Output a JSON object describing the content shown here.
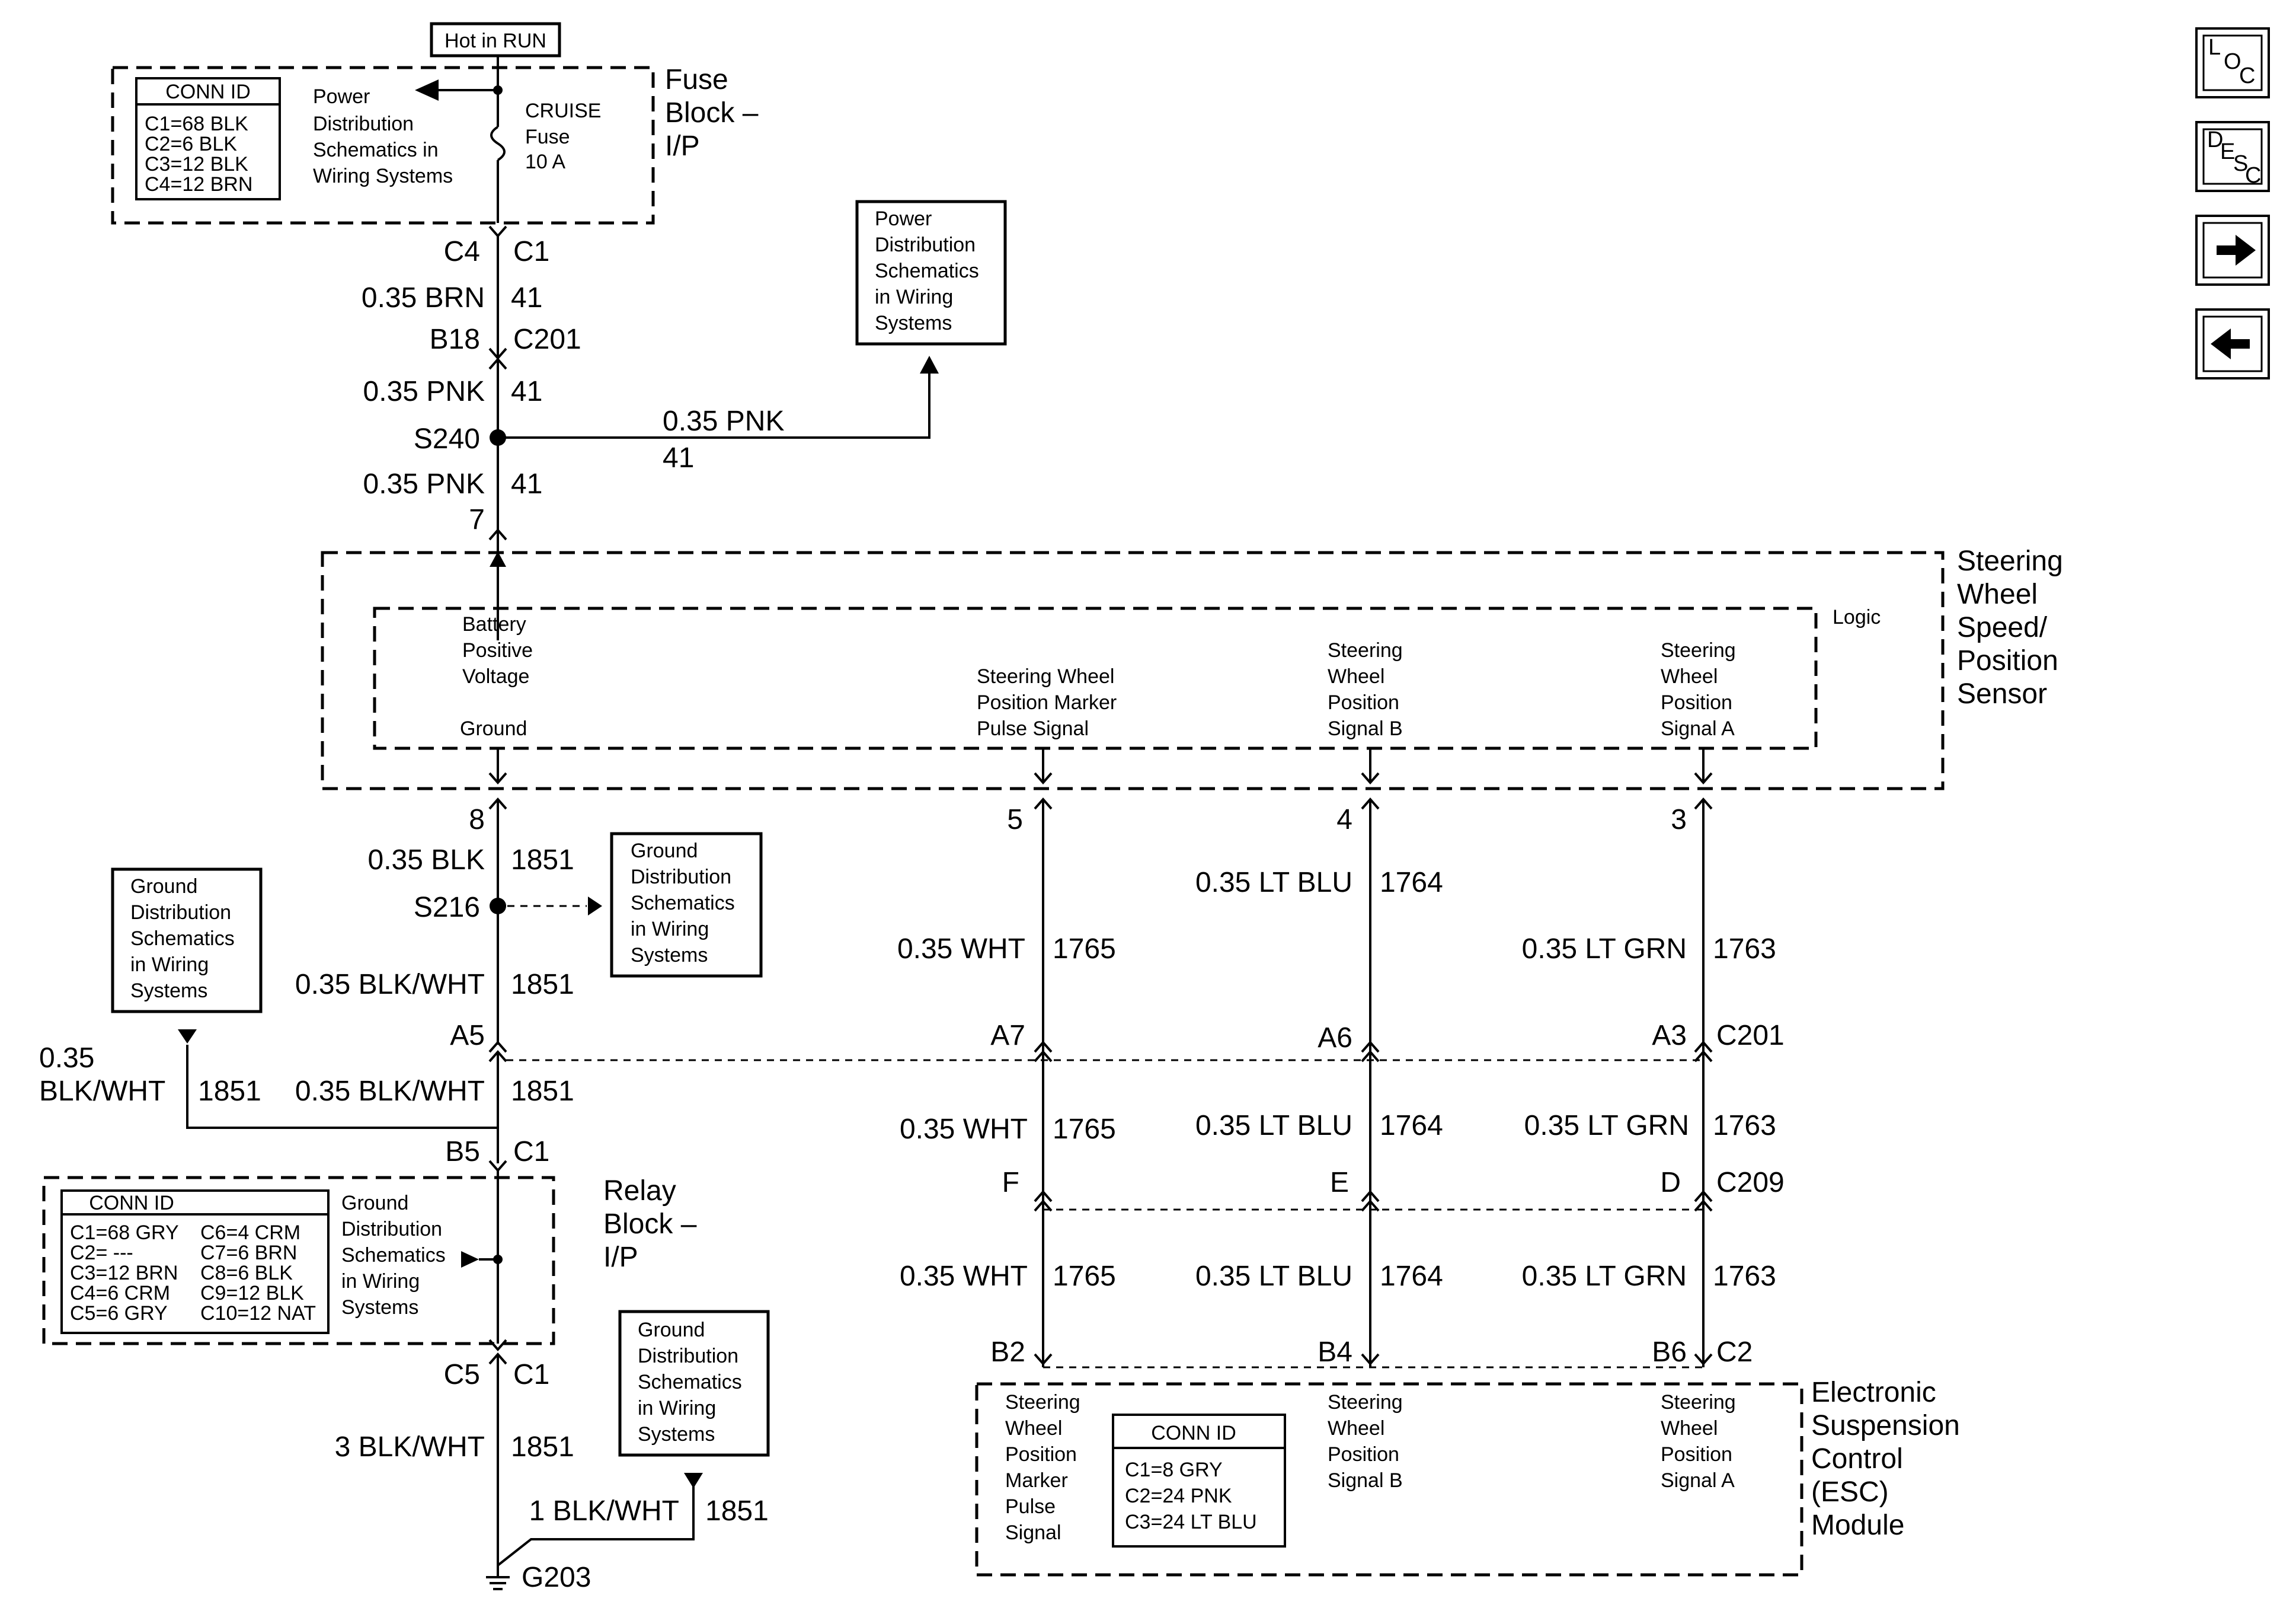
{
  "hot_label": "Hot in RUN",
  "fuse_block": {
    "title": [
      "Fuse",
      "Block –",
      "I/P"
    ],
    "conn_title": "CONN ID",
    "conn": [
      "C1=68 BLK",
      "C2=6 BLK",
      "C3=12 BLK",
      "C4=12 BRN"
    ],
    "power_ref": [
      "Power",
      "Distribution",
      "Schematics in",
      "Wiring Systems"
    ],
    "fuse": [
      "CRUISE",
      "Fuse",
      "10 A"
    ],
    "conn_left": "C4",
    "conn_right": "C1"
  },
  "upper_wires": {
    "w1_gauge": "0.35 BRN",
    "w1_circuit": "41",
    "c201_pin": "B18",
    "c201_name": "C201",
    "w2_gauge": "0.35 PNK",
    "w2_circuit": "41",
    "splice": "S240",
    "branch_gauge": "0.35 PNK",
    "branch_circuit": "41",
    "w3_gauge": "0.35 PNK",
    "w3_circuit": "41",
    "sensor_pin": "7"
  },
  "power_box": [
    "Power",
    "Distribution",
    "Schematics",
    "in Wiring",
    "Systems"
  ],
  "sensor": {
    "title": [
      "Steering",
      "Wheel",
      "Speed/",
      "Position",
      "Sensor"
    ],
    "logic": "Logic",
    "battery": [
      "Battery",
      "Positive",
      "Voltage"
    ],
    "ground": "Ground",
    "marker": [
      "Steering Wheel",
      "Position Marker",
      "Pulse Signal"
    ],
    "signal_b": [
      "Steering",
      "Wheel",
      "Position",
      "Signal B"
    ],
    "signal_a": [
      "Steering",
      "Wheel",
      "Position",
      "Signal A"
    ]
  },
  "ground_col": {
    "pin": "8",
    "w1_gauge": "0.35 BLK",
    "w1_circuit": "1851",
    "splice": "S216",
    "ground_box": [
      "Ground",
      "Distribution",
      "Schematics",
      "in Wiring",
      "Systems"
    ],
    "w2_gauge": "0.35 BLK/WHT",
    "w2_circuit": "1851",
    "c201_pin": "A5",
    "left_box": [
      "Ground",
      "Distribution",
      "Schematics",
      "in Wiring",
      "Systems"
    ],
    "left_gauge_1": "0.35",
    "left_gauge_2": "BLK/WHT",
    "left_circuit": "1851",
    "w3_gauge": "0.35 BLK/WHT",
    "w3_circuit": "1851",
    "relay_pin": "B5",
    "relay_conn": "C1"
  },
  "relay_block": {
    "title": [
      "Relay",
      "Block –",
      "I/P"
    ],
    "conn_title": "CONN ID",
    "conn_left": [
      "C1=68 GRY",
      "C2= ---",
      "C3=12 BRN",
      "C4=6 CRM",
      "C5=6 GRY"
    ],
    "conn_right": [
      "C6=4 CRM",
      "C7=6 BRN",
      "C8=6 BLK",
      "C9=12 BLK",
      "C10=12 NAT"
    ],
    "ground_ref": [
      "Ground",
      "Distribution",
      "Schematics",
      "in Wiring",
      "Systems"
    ],
    "bottom_left": "C5",
    "bottom_right": "C1"
  },
  "lower_ground": {
    "w1_gauge": "3 BLK/WHT",
    "w1_circuit": "1851",
    "box": [
      "Ground",
      "Distribution",
      "Schematics",
      "in Wiring",
      "Systems"
    ],
    "w2_gauge": "1 BLK/WHT",
    "w2_circuit": "1851",
    "ground_id": "G203"
  },
  "signal_cols": [
    {
      "pin": "5",
      "gauge_top": "0.35 WHT",
      "circuit_top": "1765",
      "c201_pin": "A7",
      "gauge_mid": "0.35 WHT",
      "circuit_mid": "1765",
      "c209_pin": "F",
      "gauge_low": "0.35 WHT",
      "circuit_low": "1765",
      "c2_pin": "B2"
    },
    {
      "pin": "4",
      "gauge_top": "0.35 LT BLU",
      "circuit_top": "1764",
      "c201_pin": "A6",
      "gauge_mid": "0.35 LT BLU",
      "circuit_mid": "1764",
      "c209_pin": "E",
      "gauge_low": "0.35 LT BLU",
      "circuit_low": "1764",
      "c2_pin": "B4"
    },
    {
      "pin": "3",
      "gauge_top": "0.35 LT GRN",
      "circuit_top": "1763",
      "c201_pin": "A3",
      "gauge_mid": "0.35 LT GRN",
      "circuit_mid": "1763",
      "c209_pin": "D",
      "gauge_low": "0.35 LT GRN",
      "circuit_low": "1763",
      "c2_pin": "B6"
    }
  ],
  "connectors": {
    "c201": "C201",
    "c209": "C209",
    "c2": "C2"
  },
  "esc": {
    "title": [
      "Electronic",
      "Suspension",
      "Control",
      "(ESC)",
      "Module"
    ],
    "marker": [
      "Steering",
      "Wheel",
      "Position",
      "Marker",
      "Pulse",
      "Signal"
    ],
    "signal_b": [
      "Steering",
      "Wheel",
      "Position",
      "Signal B"
    ],
    "signal_a": [
      "Steering",
      "Wheel",
      "Position",
      "Signal A"
    ],
    "conn_title": "CONN ID",
    "conn": [
      "C1=8 GRY",
      "C2=24 PNK",
      "C3=24 LT BLU"
    ]
  },
  "nav": {
    "loc": {
      "l": "L",
      "o": "O",
      "c": "C"
    },
    "desc": {
      "d": "D",
      "e": "E",
      "s": "S",
      "c": "C"
    },
    "icons": [
      "loc-icon",
      "desc-icon",
      "arrow-right-icon",
      "arrow-left-icon"
    ]
  }
}
